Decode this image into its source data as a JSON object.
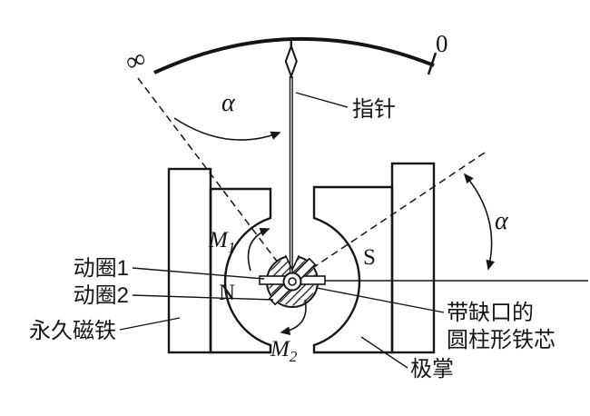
{
  "scale": {
    "left_label": "∞",
    "right_label": "0"
  },
  "labels": {
    "pointer": "指针",
    "alpha_top": "α",
    "alpha_right": "α",
    "torque1": {
      "base": "M",
      "sub": "1"
    },
    "torque2": {
      "base": "M",
      "sub": "2"
    },
    "north": "N",
    "south": "S"
  },
  "callouts": {
    "coil1": "动圈1",
    "coil2": "动圈2",
    "permanent_magnet": "永久磁铁",
    "core_line1": "带缺口的",
    "core_line2": "圆柱形铁芯",
    "pole_shoe": "极掌"
  },
  "colors": {
    "ink": "#151515",
    "paper": "#ffffff"
  }
}
